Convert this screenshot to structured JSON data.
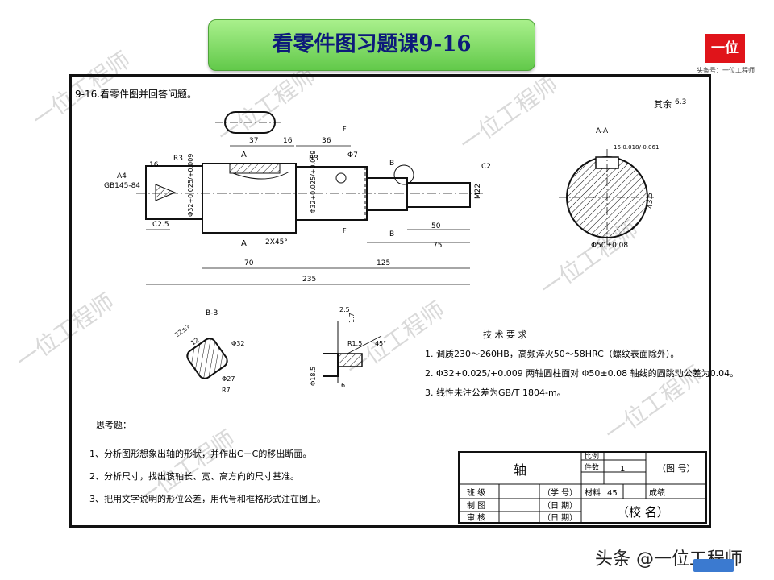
{
  "header": {
    "title": "看零件图习题课9-16",
    "logo_text": "一位",
    "logo_sub": "头条号：一位工程师"
  },
  "watermark": "一位工程师",
  "drawing": {
    "problem": "9-16.看零件图并回答问题。",
    "roughness_rest": "其余",
    "roughness_rest_value": "6.3",
    "dims": [
      "37",
      "16",
      "36",
      "R3",
      "R3",
      "70",
      "125",
      "235",
      "75",
      "50",
      "16",
      "2X45°",
      "C2.5",
      "C2",
      "M22",
      "Φ7",
      "GB145-84",
      "A4",
      "A",
      "A",
      "B",
      "B",
      "F",
      "F"
    ],
    "dim_shaft": [
      "Φ32+0.025/+0.009",
      "Φ32+0.025/+0.009"
    ],
    "section_aa": {
      "label": "A-A",
      "keyway": "16-0.018/-0.061",
      "depth": "43.5",
      "dia": "Φ50±0.08"
    },
    "section_bb": {
      "label": "B-B",
      "dims": [
        "22±?",
        "12",
        "Φ27",
        "R7",
        "Φ32"
      ]
    },
    "detail": {
      "dims": [
        "2.5",
        "1.7",
        "R1.5",
        "45°",
        "Φ18.5",
        "6"
      ]
    },
    "tech_title": "技 术 要 求",
    "tech_items": [
      "1. 调质230～260HB，高频淬火50～58HRC（螺纹表面除外）。",
      "2. Φ32+0.025/+0.009 两轴圆柱面对 Φ50±0.08 轴线的圆跳动公差为0.04。",
      "3. 线性未注公差为GB/T 1804-m。"
    ],
    "questions_title": "思考题：",
    "questions": [
      "1、分析图形想象出轴的形状，并作出C－C的移出断面。",
      "2、分析尺寸，找出该轴长、宽、高方向的尺寸基准。",
      "3、把用文字说明的形位公差，用代号和框格形式注在图上。"
    ],
    "title_block": {
      "name": "轴",
      "scale_label": "比例",
      "count_label": "件数",
      "count_value": "1",
      "drawing_no": "（图 号）",
      "class_label": "班 级",
      "student_no": "（学 号）",
      "material_label": "材料",
      "material_value": "45",
      "grade_label": "成绩",
      "drawn_label": "制 图",
      "date1": "（日 期）",
      "check_label": "审 核",
      "date2": "（日 期）",
      "school": "（校 名）"
    }
  },
  "footer": {
    "credit": "头条 @一位工程师"
  }
}
